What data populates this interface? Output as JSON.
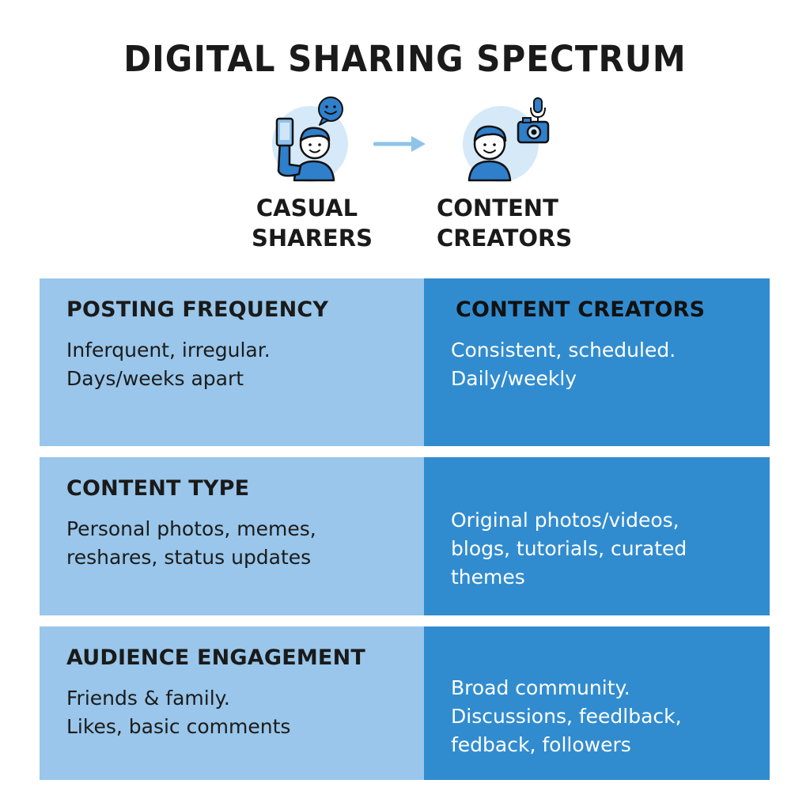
{
  "title": "DIGITAL SHARING SPECTRUM",
  "personas": {
    "casual": {
      "label": "CASUAL\nSHARERS",
      "icon": "person-with-phone-icon"
    },
    "creator": {
      "label": "CONTENT\nCREATORS",
      "icon": "person-with-camera-icon"
    }
  },
  "colors": {
    "left_cell": "#99c6ea",
    "right_cell": "#318ccf",
    "icon_blue": "#2f7fcb",
    "icon_circle": "#d6e9f8"
  },
  "rows": [
    {
      "left_heading": "POSTING FREQUENCY",
      "left_text": "Inferquent, irregular.\nDays/weeks apart",
      "right_heading": "CONTENT CREATORS",
      "right_text": "Consistent, scheduled.\nDaily/weekly"
    },
    {
      "left_heading": "CONTENT TYPE",
      "left_text": "Personal photos, memes,\nreshares, status updates",
      "right_heading": "",
      "right_text": "Original photos/videos,\nblogs, tutorials, curated\nthemes"
    },
    {
      "left_heading": "AUDIENCE ENGAGEMENT",
      "left_text": "Friends & family.\nLikes, basic comments",
      "right_heading": "",
      "right_text": "Broad community.\nDiscussions, feedlback,\nfedback, followers"
    }
  ]
}
